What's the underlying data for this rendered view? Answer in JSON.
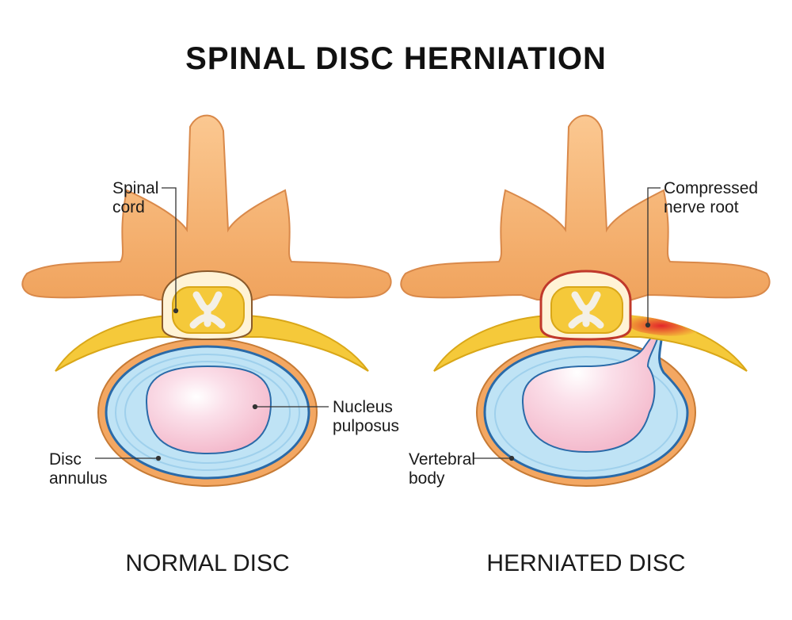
{
  "title": "SPINAL DISC HERNIATION",
  "captions": {
    "normal": "NORMAL DISC",
    "herniated": "HERNIATED DISC"
  },
  "labels": {
    "spinal_cord_line1": "Spinal",
    "spinal_cord_line2": "cord",
    "nucleus_line1": "Nucleus",
    "nucleus_line2": "pulposus",
    "annulus_line1": "Disc",
    "annulus_line2": "annulus",
    "compressed_line1": "Compressed",
    "compressed_line2": "nerve root",
    "vertebral_line1": "Vertebral",
    "vertebral_line2": "body"
  },
  "colors": {
    "bone": "#f6b270",
    "bone_dark": "#e0904a",
    "nerve": "#f5c93a",
    "annulus": "#bfe3f5",
    "annulus_edge": "#2a6aa8",
    "nucleus": "#f8cad8",
    "inflamed": "#e3262a"
  }
}
